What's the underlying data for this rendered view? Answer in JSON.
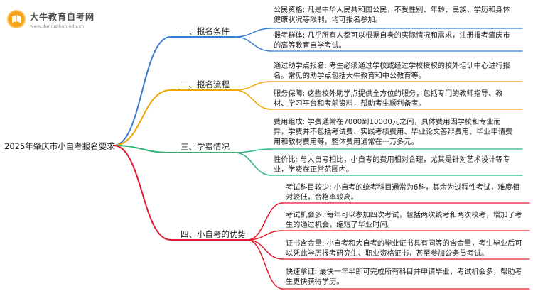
{
  "logo": {
    "title": "大牛教育自考网",
    "url": "www.daniuzikao.edu.cn"
  },
  "root": "2025年肇庆市小自考报名要求",
  "colors": {
    "c1": "#3a7bd5",
    "c2": "#f0a500",
    "c3": "#2fb37a",
    "c4": "#e0192b"
  },
  "branches": [
    {
      "label": "一、报名条件",
      "leaves": [
        "公民资格: 凡是中华人民共和国公民，不受性别、年龄、民族、学历和身体健康状况等限制，均可报名参加。",
        "报考群体: 几乎所有人都可以根据自身的实际情况和需求，注册报考肇庆市的高等教育自学考试。"
      ]
    },
    {
      "label": "二、报名流程",
      "leaves": [
        "通过助学点报名: 考生必须通过学校或经过学校授权的校外培训中心进行报名。常见的助学点包括大牛教育和中公教育等。",
        "服务保障: 这些校外助学点提供全方位的服务，包括专门的教师指导、教材、学习平台和考前资料，帮助考生顺利备考。"
      ]
    },
    {
      "label": "三、学费情况",
      "leaves": [
        "费用组成: 学费通常在7000到10000元之间，具体费用因学校和专业而异，学费并不包括考试费、实践考核费用、毕业论文答辩费用、毕业申请费用和教材费用等，整体费用通常在一万多元。",
        "性价比: 与大自考相比，小自考的费用相对合理，尤其是针对艺术设计等专业，学费在正常范围内。"
      ]
    },
    {
      "label": "四、小自考的优势",
      "leaves": [
        "考试科目较少: 小自考的统考科目通常为6科，其余为过程性考试，难度相对较低，合格率较高。",
        "考试机会多: 每年可以参加四次考试，包括两次统考和两次校考，增加了考生的通过机会，缩短了毕业时间。",
        "证书含金量: 小自考和大自考的毕业证书具有同等的含金量，考生毕业后可以凭此学历报考研究生、职业资格证书，甚至参加公务员考试。",
        "快速拿证: 最快一年半即可完成所有科目并申请毕业，考试机会多，帮助考生更快获得学历。"
      ]
    }
  ]
}
